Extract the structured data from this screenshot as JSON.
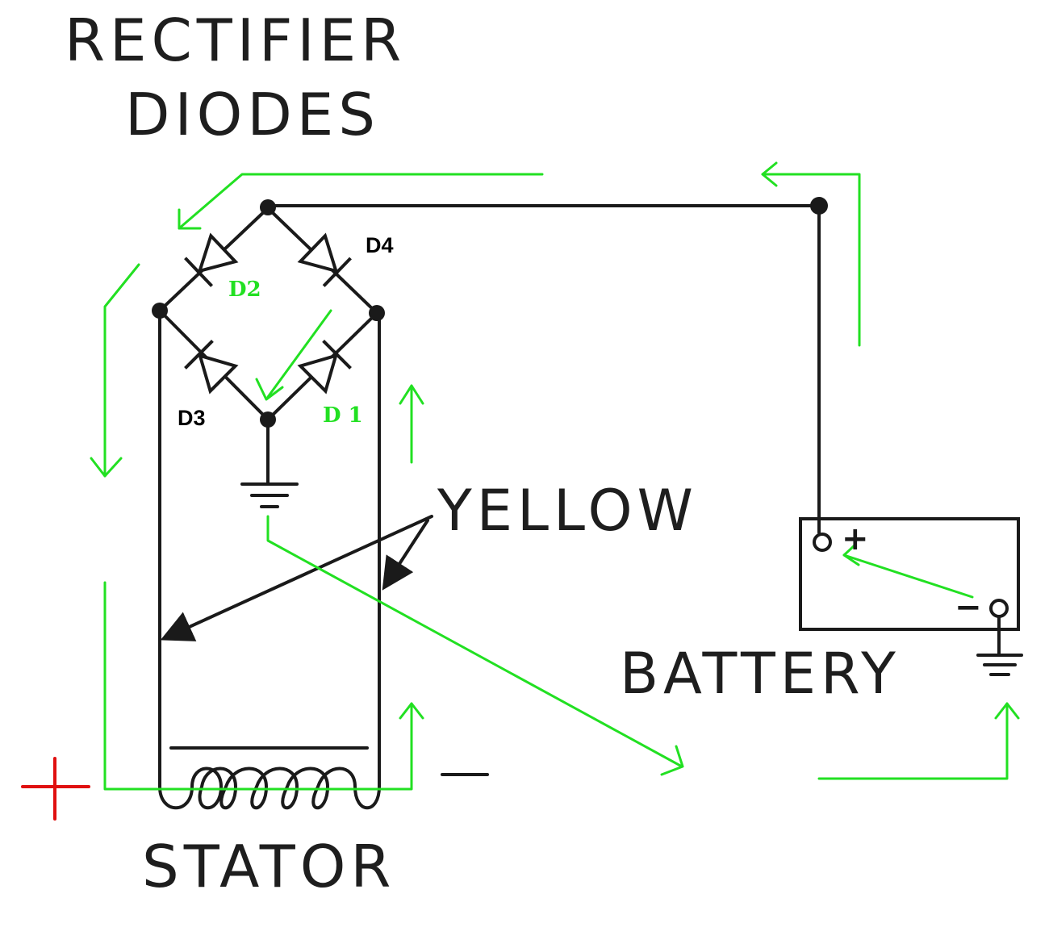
{
  "labels": {
    "title_line1": "RECTIFIER",
    "title_line2": "DIODES",
    "yellow": "YELLOW",
    "battery": "BATTERY",
    "stator": "STATOR",
    "d1": "D 1",
    "d2": "D2",
    "d3": "D3",
    "d4": "D4",
    "battery_plus": "+",
    "battery_minus": "−"
  },
  "colors": {
    "wire": "#1a1a1a",
    "current_flow": "#22e022",
    "positive_marker": "#e01010"
  }
}
